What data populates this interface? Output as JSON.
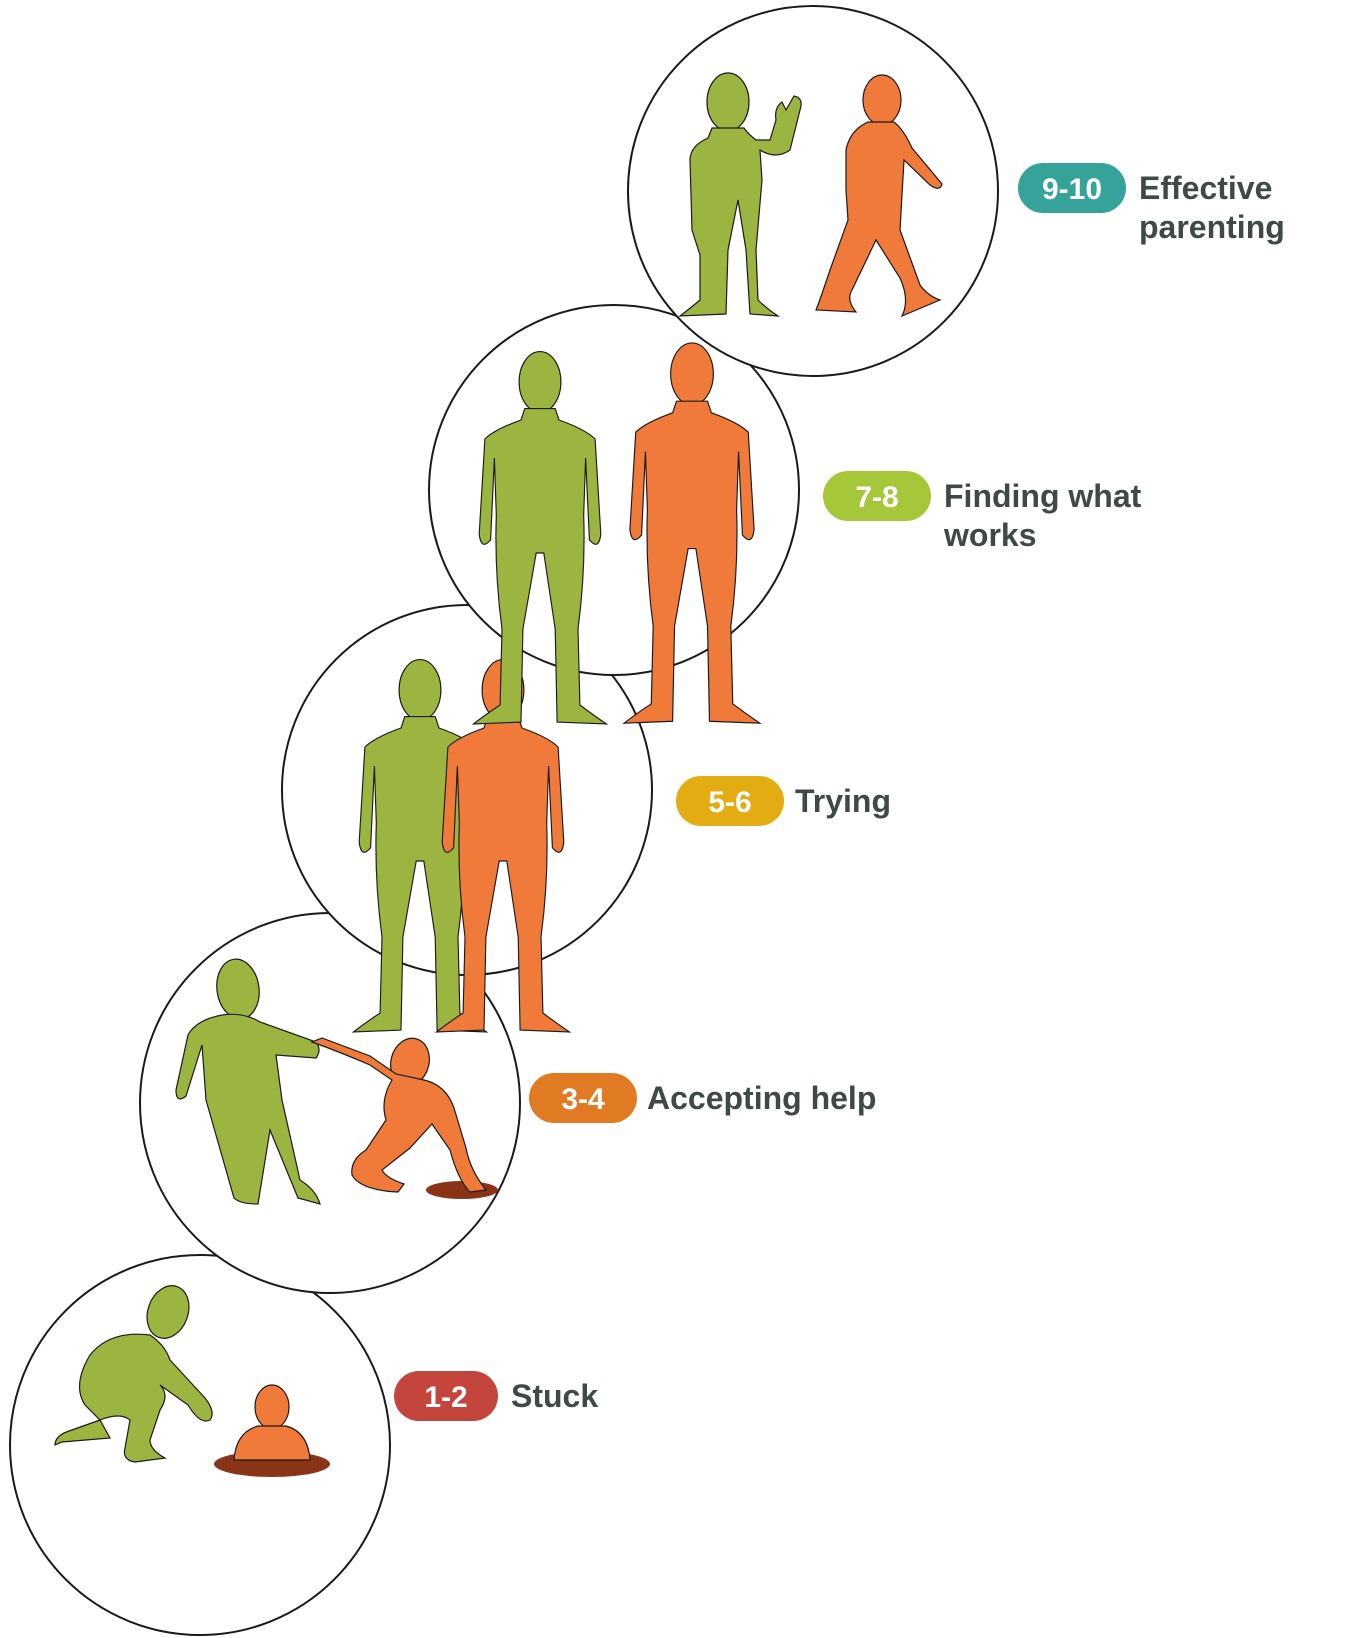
{
  "stages": [
    {
      "range": "1-2",
      "title": "Stuck",
      "badge_color": "#c4453c"
    },
    {
      "range": "3-4",
      "title": "Accepting help",
      "badge_color": "#e07b24"
    },
    {
      "range": "5-6",
      "title": "Trying",
      "badge_color": "#e3ac12"
    },
    {
      "range": "7-8",
      "title": "Finding what works",
      "title_lines": [
        "Finding what",
        "works"
      ],
      "badge_color": "#a7c73a"
    },
    {
      "range": "9-10",
      "title": "Effective parenting",
      "title_lines": [
        "Effective",
        "parenting"
      ],
      "badge_color": "#36a39b"
    }
  ],
  "colors": {
    "parent_figure": "#9bb540",
    "child_figure": "#f07a3a",
    "hole": "#8a3417",
    "outline": "#1a1a1a",
    "text": "#3f4a44"
  }
}
